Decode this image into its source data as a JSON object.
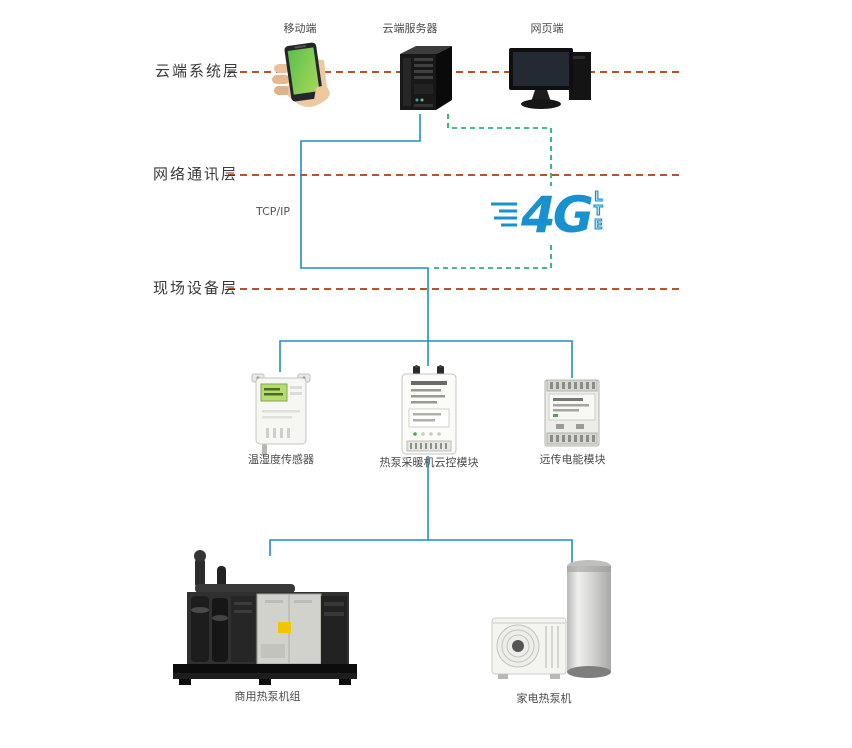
{
  "layers": {
    "cloud": {
      "label": "云端系统层"
    },
    "network": {
      "label": "网络通讯层"
    },
    "field": {
      "label": "现场设备层"
    }
  },
  "cloud_devices": {
    "mobile": {
      "label": "移动端"
    },
    "server": {
      "label": "云端服务器"
    },
    "web": {
      "label": "网页端"
    }
  },
  "network": {
    "protocol_label": "TCP/IP",
    "logo_main": "4G",
    "logo_sub": "LTE"
  },
  "field_modules": {
    "sensor": {
      "label": "温湿度传感器"
    },
    "controller": {
      "label": "热泵采暖机云控模块"
    },
    "meter": {
      "label": "远传电能模块"
    }
  },
  "equipment": {
    "commercial": {
      "label": "商用热泵机组"
    },
    "home": {
      "label": "家电热泵机"
    }
  },
  "colors": {
    "layer-line": "#b2552b",
    "link-blue": "#1c8fca",
    "link-green": "#10a65b",
    "logo-blue": "#1791d0",
    "label-text": "#4a4a4a",
    "layer-label-text": "#3a3a3a"
  }
}
